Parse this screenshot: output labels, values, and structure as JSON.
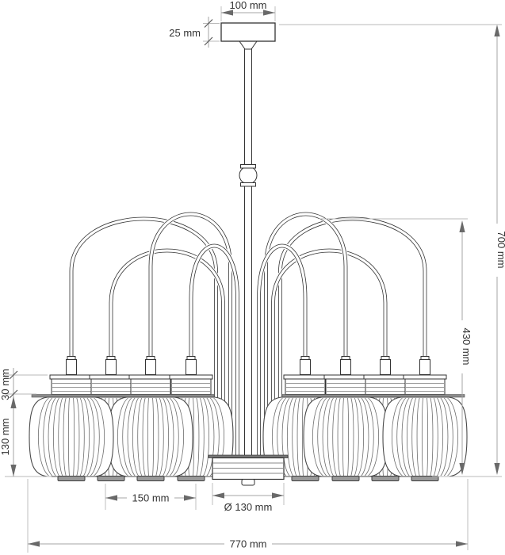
{
  "diagram": {
    "title": "chandelier-technical-drawing",
    "subject": "Front elevation of an 8-arm chandelier with ribbed lantern shades, with dimension annotations",
    "dimensions": {
      "canopy_width": "100 mm",
      "canopy_height": "25 mm",
      "overall_height": "700 mm",
      "arm_section_height": "430 mm",
      "holder_height": "30 mm",
      "shade_height": "130 mm",
      "shade_spacing": "150 mm",
      "hub_diameter": "Ø 130 mm",
      "overall_width": "770 mm"
    },
    "counts": {
      "arms": 8,
      "shades": 8
    },
    "colors": {
      "linework": "#333333",
      "secondary_lines": "#8c8c8c",
      "dimension_lines": "#a5a5a5",
      "extension_lines": "#b9b9b9",
      "arrows": "#696969",
      "label_text": "#333333",
      "background": "#ffffff"
    }
  }
}
